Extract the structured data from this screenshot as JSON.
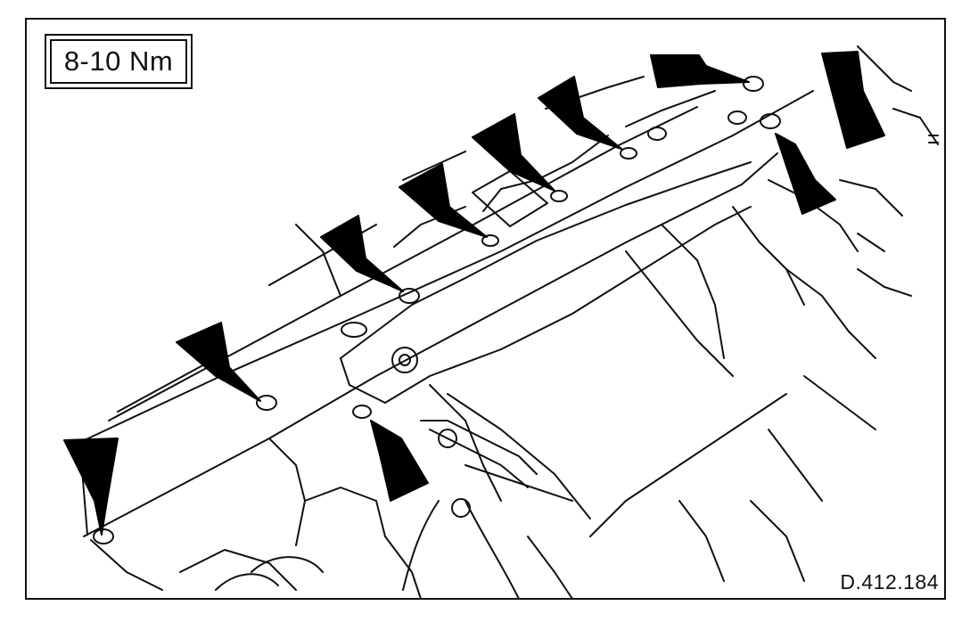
{
  "figure": {
    "torque_spec": "8-10 Nm",
    "reference": "D.412.184"
  },
  "callouts": [
    {
      "id": "arrow-1"
    },
    {
      "id": "arrow-2"
    },
    {
      "id": "arrow-3"
    },
    {
      "id": "arrow-4"
    },
    {
      "id": "arrow-5"
    },
    {
      "id": "arrow-6"
    },
    {
      "id": "arrow-7"
    },
    {
      "id": "arrow-8"
    },
    {
      "id": "arrow-9"
    },
    {
      "id": "arrow-10"
    },
    {
      "id": "arrow-11"
    }
  ]
}
